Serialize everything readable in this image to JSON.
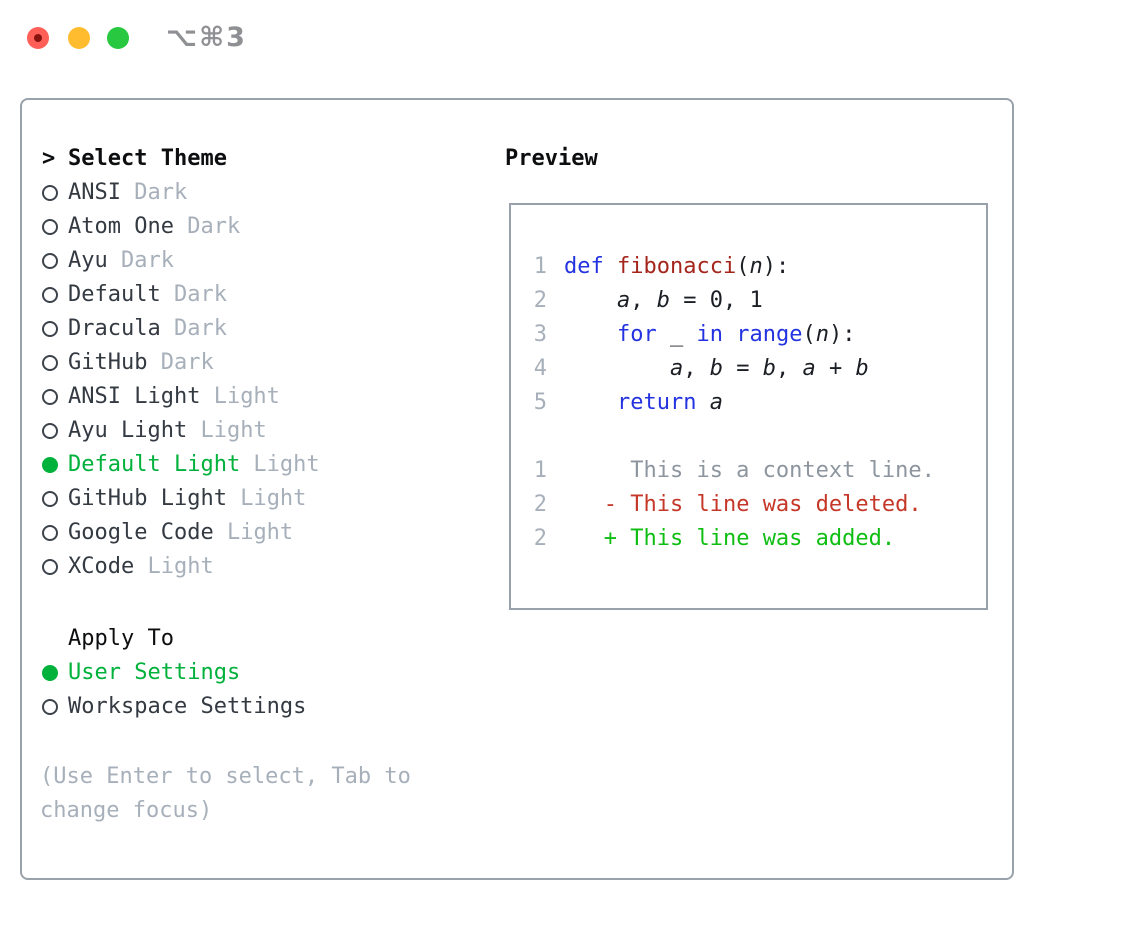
{
  "window": {
    "title": "⌥⌘3"
  },
  "theme_selector": {
    "cursor": ">",
    "heading": "Select Theme",
    "items": [
      {
        "label": "ANSI",
        "variant": "Dark",
        "selected": false
      },
      {
        "label": "Atom One",
        "variant": "Dark",
        "selected": false
      },
      {
        "label": "Ayu",
        "variant": "Dark",
        "selected": false
      },
      {
        "label": "Default",
        "variant": "Dark",
        "selected": false
      },
      {
        "label": "Dracula",
        "variant": "Dark",
        "selected": false
      },
      {
        "label": "GitHub",
        "variant": "Dark",
        "selected": false
      },
      {
        "label": "ANSI Light",
        "variant": "Light",
        "selected": false
      },
      {
        "label": "Ayu Light",
        "variant": "Light",
        "selected": false
      },
      {
        "label": "Default Light",
        "variant": "Light",
        "selected": true
      },
      {
        "label": "GitHub Light",
        "variant": "Light",
        "selected": false
      },
      {
        "label": "Google Code",
        "variant": "Light",
        "selected": false
      },
      {
        "label": "XCode",
        "variant": "Light",
        "selected": false
      }
    ]
  },
  "apply_to": {
    "heading": "Apply To",
    "items": [
      {
        "label": "User Settings",
        "selected": true
      },
      {
        "label": "Workspace Settings",
        "selected": false
      }
    ]
  },
  "help_text": "(Use Enter to select, Tab to change focus)",
  "preview": {
    "heading": "Preview",
    "lines": [
      {
        "num": "1",
        "segments": [
          {
            "t": "def",
            "s": "kw"
          },
          {
            "t": " ",
            "s": "pl"
          },
          {
            "t": "fibonacci",
            "s": "fn"
          },
          {
            "t": "(",
            "s": "pl"
          },
          {
            "t": "n",
            "s": "id"
          },
          {
            "t": "):",
            "s": "pl"
          }
        ]
      },
      {
        "num": "2",
        "segments": [
          {
            "t": "    ",
            "s": "pl"
          },
          {
            "t": "a",
            "s": "id"
          },
          {
            "t": ", ",
            "s": "pl"
          },
          {
            "t": "b",
            "s": "id"
          },
          {
            "t": " = 0, 1",
            "s": "pl"
          }
        ]
      },
      {
        "num": "3",
        "segments": [
          {
            "t": "    ",
            "s": "pl"
          },
          {
            "t": "for",
            "s": "kw"
          },
          {
            "t": " _ ",
            "s": "pl"
          },
          {
            "t": "in",
            "s": "kw"
          },
          {
            "t": " ",
            "s": "pl"
          },
          {
            "t": "range",
            "s": "kw"
          },
          {
            "t": "(",
            "s": "pl"
          },
          {
            "t": "n",
            "s": "id"
          },
          {
            "t": "):",
            "s": "pl"
          }
        ]
      },
      {
        "num": "4",
        "segments": [
          {
            "t": "        ",
            "s": "pl"
          },
          {
            "t": "a",
            "s": "id"
          },
          {
            "t": ", ",
            "s": "pl"
          },
          {
            "t": "b",
            "s": "id"
          },
          {
            "t": " = ",
            "s": "pl"
          },
          {
            "t": "b",
            "s": "id"
          },
          {
            "t": ", ",
            "s": "pl"
          },
          {
            "t": "a",
            "s": "id"
          },
          {
            "t": " + ",
            "s": "pl"
          },
          {
            "t": "b",
            "s": "id"
          }
        ]
      },
      {
        "num": "5",
        "segments": [
          {
            "t": "    ",
            "s": "pl"
          },
          {
            "t": "return",
            "s": "kw"
          },
          {
            "t": " ",
            "s": "pl"
          },
          {
            "t": "a",
            "s": "id"
          }
        ]
      },
      {
        "num": "",
        "segments": []
      },
      {
        "num": "1",
        "segments": [
          {
            "t": "     This is a context line.",
            "s": "ctx"
          }
        ]
      },
      {
        "num": "2",
        "segments": [
          {
            "t": "   ",
            "s": "pl"
          },
          {
            "t": "- This line was deleted.",
            "s": "del"
          }
        ]
      },
      {
        "num": "2",
        "segments": [
          {
            "t": "   ",
            "s": "pl"
          },
          {
            "t": "+ This line was added.",
            "s": "add"
          }
        ]
      }
    ]
  },
  "colors": {
    "selected_green": "#00b13c",
    "keyword_blue": "#2433e0",
    "function_red": "#a4251c",
    "deleted_red": "#c53728",
    "added_green": "#0fbe12",
    "muted_gray": "#a7b0ba",
    "context_gray": "#8d959f",
    "border_gray": "#99a2ab",
    "traffic_red": "#ff5f57",
    "traffic_yellow": "#febc2e",
    "traffic_green": "#28c840",
    "title_gray": "#8f9094"
  }
}
